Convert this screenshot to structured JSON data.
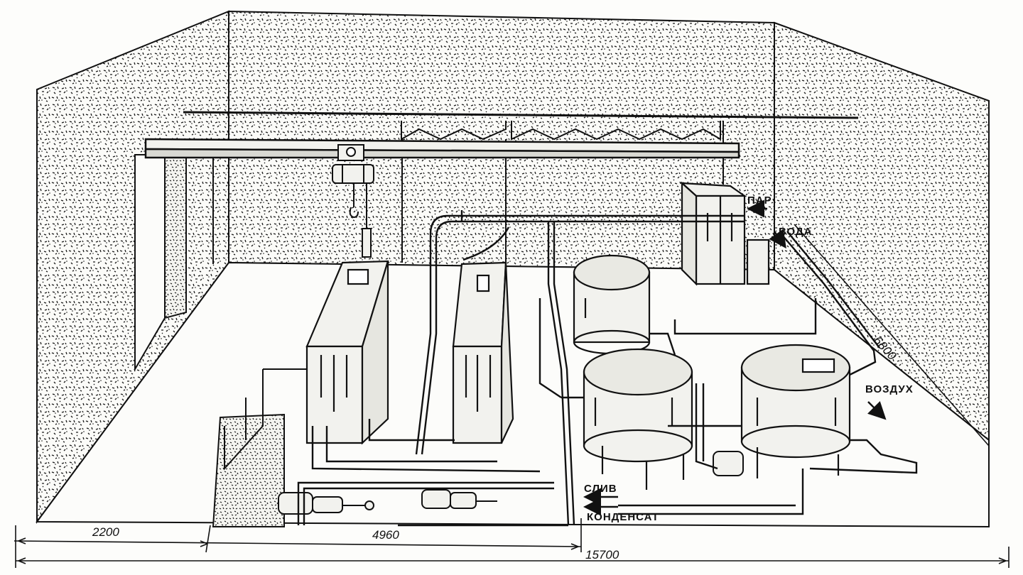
{
  "labels": {
    "steam": "ПАР",
    "water": "ВОДА",
    "air": "ВОЗДУХ",
    "drain": "СЛИВ",
    "condensate": "КОНДЕНСАТ"
  },
  "dimensions": {
    "d1": "2200",
    "d2": "4960",
    "d3": "15700",
    "d4": "6800"
  },
  "colors": {
    "ink": "#111111",
    "paper": "#fdfdfb",
    "metal": "#f2f2ee"
  }
}
